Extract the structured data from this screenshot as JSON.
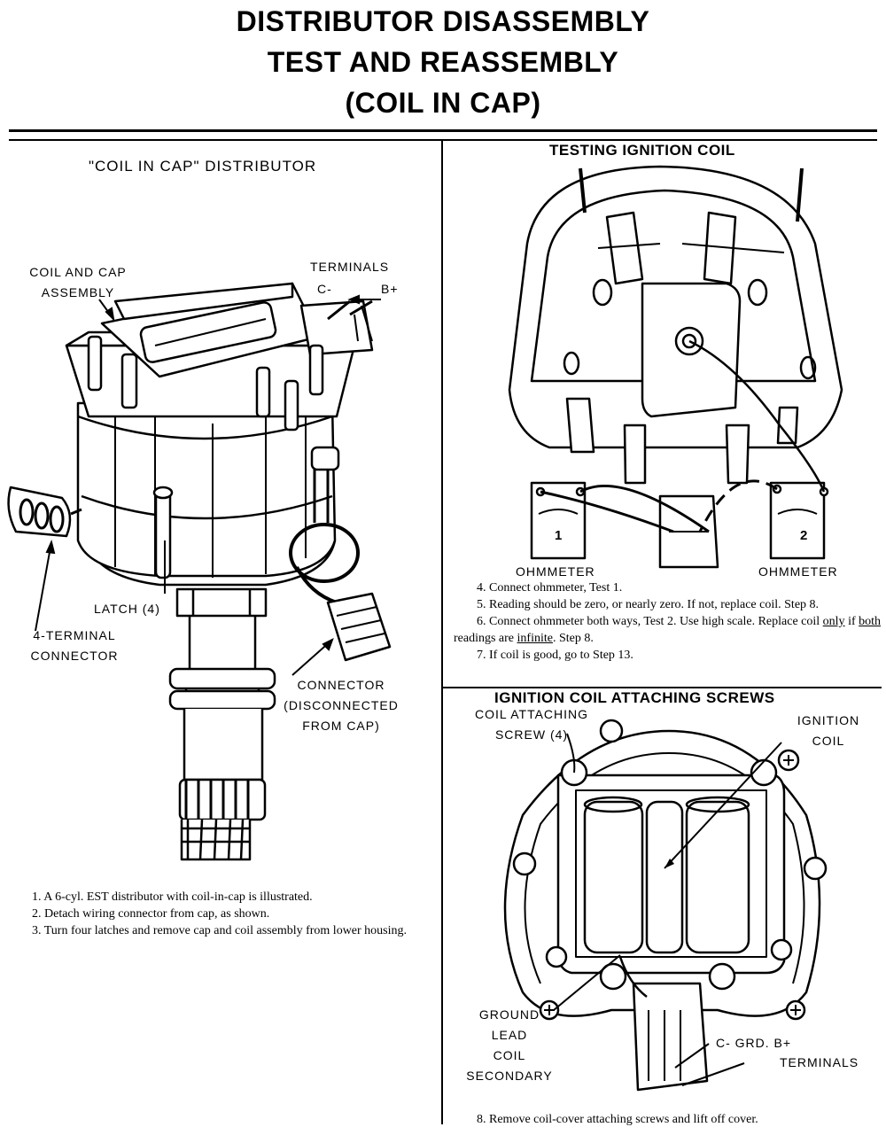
{
  "header": {
    "title_line1": "DISTRIBUTOR DISASSEMBLY",
    "title_line2": "TEST AND REASSEMBLY",
    "title_line3": "(COIL IN CAP)"
  },
  "left_panel": {
    "heading": "\"COIL IN CAP\" DISTRIBUTOR",
    "labels": {
      "coil_cap_assembly_1": "COIL AND CAP",
      "coil_cap_assembly_2": "ASSEMBLY",
      "terminals": "TERMINALS",
      "terminal_c": "C-",
      "terminal_b": "B+",
      "latch": "LATCH (4)",
      "four_terminal_1": "4-TERMINAL",
      "four_terminal_2": "CONNECTOR",
      "connector_1": "CONNECTOR",
      "connector_2": "(DISCONNECTED",
      "connector_3": "FROM CAP)"
    },
    "steps": {
      "s1": "1.  A 6-cyl. EST distributor with coil-in-cap is illustrated.",
      "s2": "2.  Detach wiring connector from cap, as shown.",
      "s3": "3.  Turn four latches and remove cap and coil assembly from lower housing."
    }
  },
  "top_right_panel": {
    "heading": "TESTING IGNITION COIL",
    "meter1_number": "1",
    "meter2_number": "2",
    "ohmmeter_left": "OHMMETER",
    "ohmmeter_right": "OHMMETER",
    "steps": {
      "s4": "4.  Connect ohmmeter, Test 1.",
      "s5": "5.  Reading should be zero, or nearly zero. If not, replace coil. Step 8.",
      "s6a": "6.  Connect ohmmeter both ways, Test 2. Use high scale. Replace coil",
      "s6_only": "only",
      "s6b": "if",
      "s6_both": "both",
      "s6c": "readings are",
      "s6_infinite": "infinite",
      "s6d": ". Step 8.",
      "s7": "7.  If coil is good, go to Step 13."
    }
  },
  "bottom_right_panel": {
    "heading": "IGNITION COIL ATTACHING SCREWS",
    "labels": {
      "coil_attaching_1": "COIL ATTACHING",
      "coil_attaching_2": "SCREW (4)",
      "ignition_1": "IGNITION",
      "ignition_2": "COIL",
      "ground_1": "GROUND",
      "ground_2": "LEAD",
      "coil_sec_1": "COIL",
      "coil_sec_2": "SECONDARY",
      "c_grd_b": "C- GRD. B+",
      "terminals": "TERMINALS"
    },
    "steps": {
      "s8": "8.  Remove coil-cover attaching screws and lift off cover."
    }
  }
}
